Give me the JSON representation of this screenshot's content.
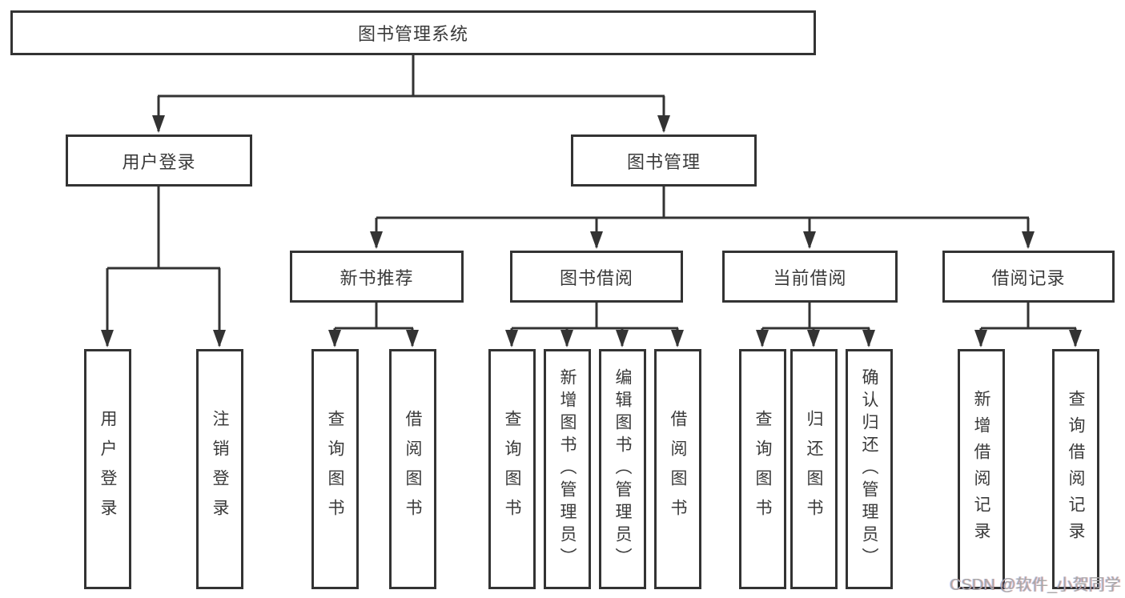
{
  "diagram": {
    "title": "图书管理系统",
    "root": {
      "label": "图书管理系统"
    },
    "level2": [
      {
        "label": "用户登录"
      },
      {
        "label": "图书管理"
      }
    ],
    "level3": [
      {
        "label": "新书推荐"
      },
      {
        "label": "图书借阅"
      },
      {
        "label": "当前借阅"
      },
      {
        "label": "借阅记录"
      }
    ],
    "leaves": [
      {
        "label": "用户登录",
        "parent": "用户登录"
      },
      {
        "label": "注销登录",
        "parent": "用户登录"
      },
      {
        "label": "查询图书",
        "parent": "新书推荐"
      },
      {
        "label": "借阅图书",
        "parent": "新书推荐"
      },
      {
        "label": "查询图书",
        "parent": "图书借阅"
      },
      {
        "label": "新增图书（管理员）",
        "parent": "图书借阅"
      },
      {
        "label": "编辑图书（管理员）",
        "parent": "图书借阅"
      },
      {
        "label": "借阅图书",
        "parent": "图书借阅"
      },
      {
        "label": "查询图书",
        "parent": "当前借阅"
      },
      {
        "label": "归还图书",
        "parent": "当前借阅"
      },
      {
        "label": "确认归还（管理员）",
        "parent": "当前借阅"
      },
      {
        "label": "新增借阅记录",
        "parent": "借阅记录"
      },
      {
        "label": "查询借阅记录",
        "parent": "借阅记录"
      }
    ],
    "colors": {
      "line": "#333333",
      "text": "#3a3a3a",
      "background": "#ffffff"
    }
  },
  "watermark": {
    "text": "CSDN @软件_小贺同学"
  }
}
